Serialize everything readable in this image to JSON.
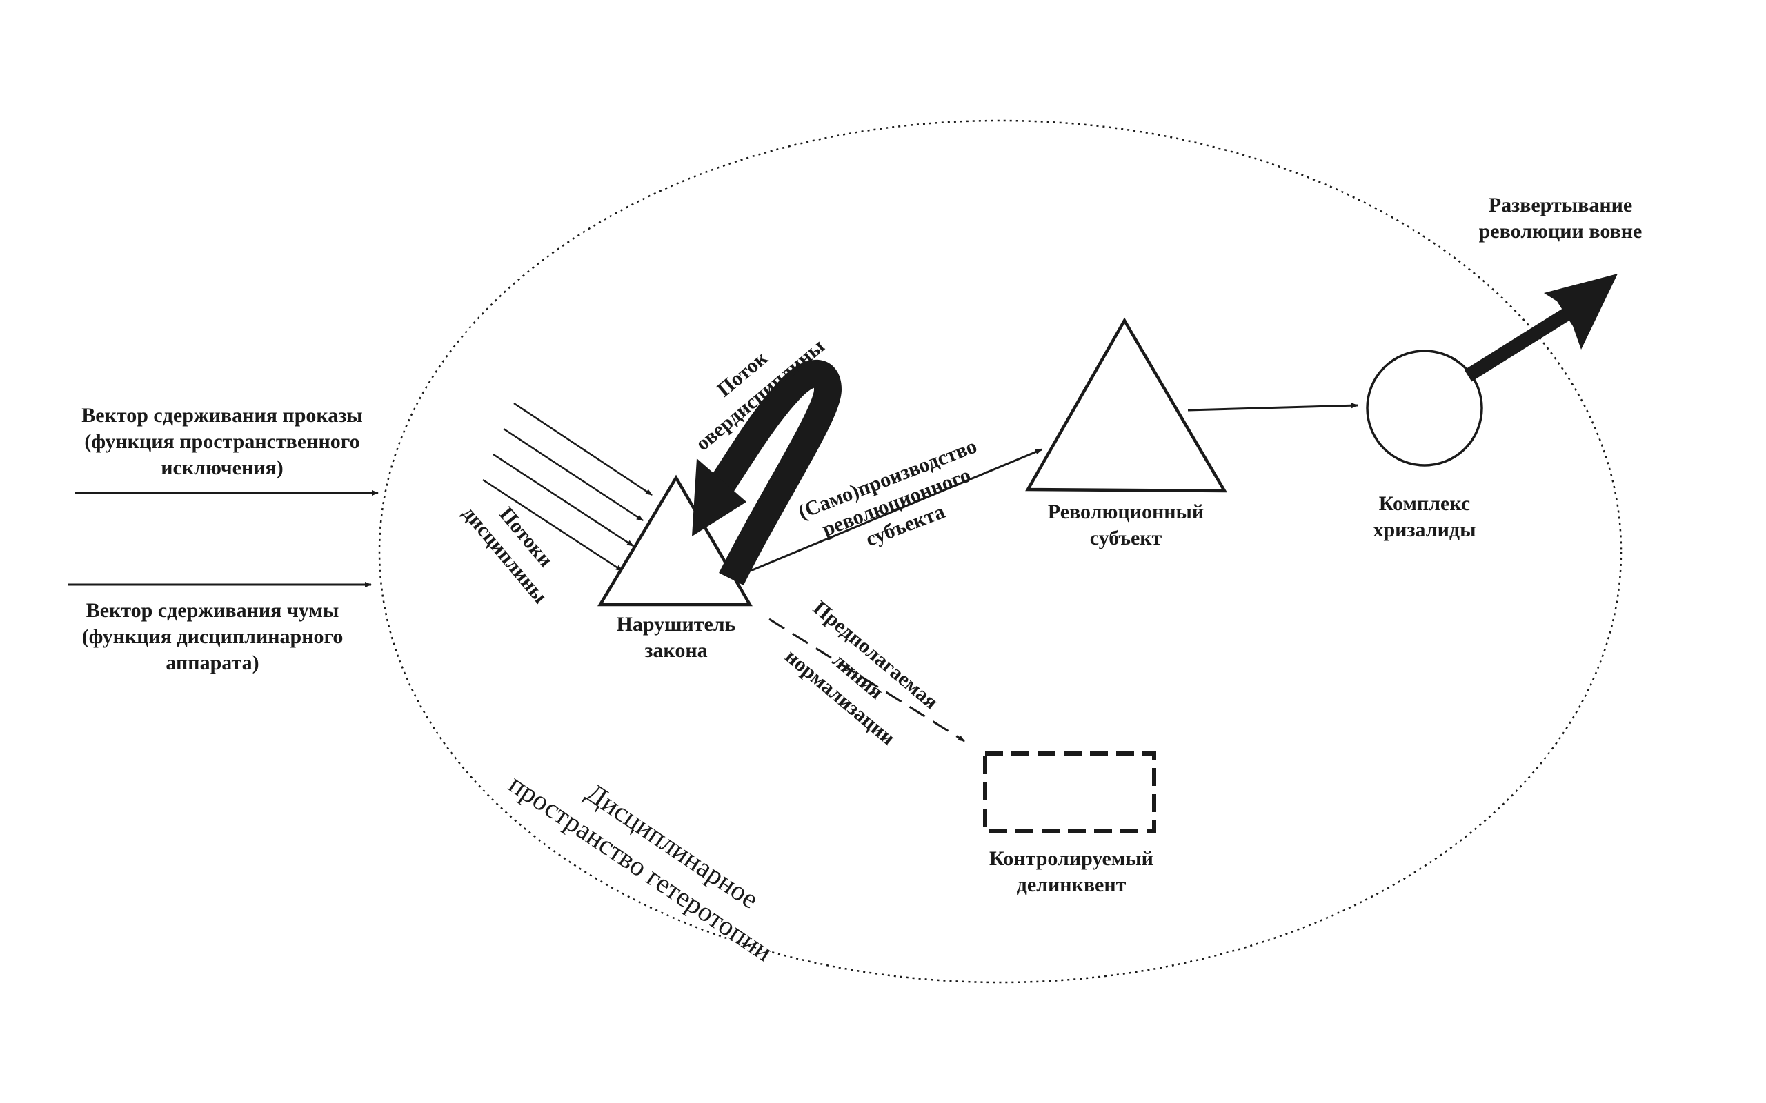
{
  "labels": {
    "leprosy_vector": {
      "line1": "Вектор сдерживания проказы",
      "line2": "(функция пространственного",
      "line3": "исключения)"
    },
    "plague_vector": {
      "line1": "Вектор сдерживания чумы",
      "line2": "(функция дисциплинарного",
      "line3": "аппарата)"
    },
    "discipline_flows": {
      "line1": "Потоки",
      "line2": "дисциплины"
    },
    "overdiscipline_flow": {
      "line1": "Поток",
      "line2": "овердисциплины"
    },
    "lawbreaker": {
      "line1": "Нарушитель",
      "line2": "закона"
    },
    "self_production": {
      "line1": "(Само)производство",
      "line2": "революционного",
      "line3": "субъекта"
    },
    "revolutionary_subject": {
      "line1": "Революционный",
      "line2": "субъект"
    },
    "chrysalis_complex": {
      "line1": "Комплекс",
      "line2": "хризалиды"
    },
    "revolution_outward": {
      "line1": "Развертывание",
      "line2": "революции вовне"
    },
    "normalization_line": {
      "line1": "Предполагаемая",
      "line2": "линия",
      "line3": "нормализации"
    },
    "controlled_delinquent": {
      "line1": "Контролируемый",
      "line2": "делинквент"
    },
    "heterotopia_space": {
      "line1": "Дисциплинарное",
      "line2": "пространство гетеротопии"
    }
  },
  "colors": {
    "stroke": "#1a1a1a",
    "background": "#ffffff"
  }
}
